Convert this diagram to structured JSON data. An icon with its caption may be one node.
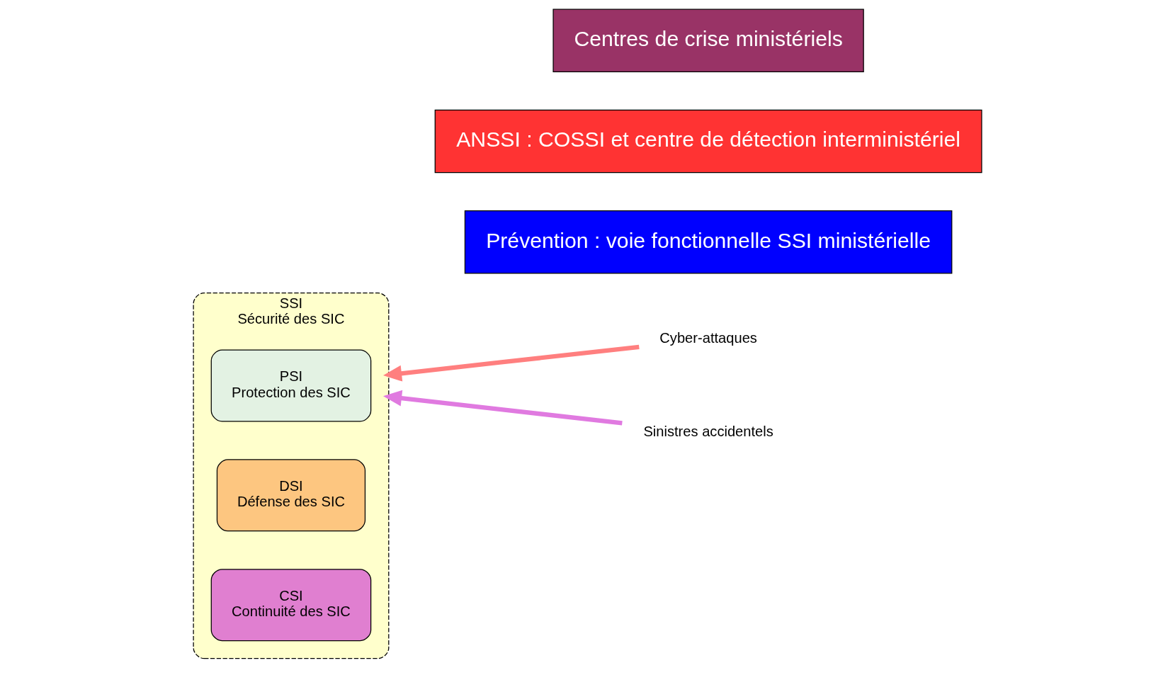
{
  "diagram": {
    "nodes": [
      {
        "text": [
          "SSI",
          "Sécurité des SIC"
        ]
      },
      {
        "text": [
          "PSI",
          "Protection des SIC"
        ],
        "in": 0
      },
      {
        "text": [
          "DSI",
          "Défense des SIC"
        ],
        "in": 0
      },
      {
        "text": [
          "CSI",
          "Continuité des SIC"
        ],
        "in": 0
      },
      {
        "text": [
          "Prévention : voie fonctionnelle SSI ministérielle"
        ]
      },
      {
        "text": [
          "ANSSI : COSSI et centre de détection interministériel"
        ]
      },
      {
        "text": [
          "Cyber-attaques"
        ]
      },
      {
        "text": [
          "Sinistres accidentels"
        ]
      },
      {
        "text": [
          "Centres de crise ministériels"
        ]
      }
    ],
    "edges": [
      {
        "from": 6,
        "to": 0,
        "arrow": "to",
        "color": "#ff7f7f"
      },
      {
        "from": 7,
        "to": 0,
        "arrow": "to",
        "color": "#e07ae0"
      }
    ]
  }
}
